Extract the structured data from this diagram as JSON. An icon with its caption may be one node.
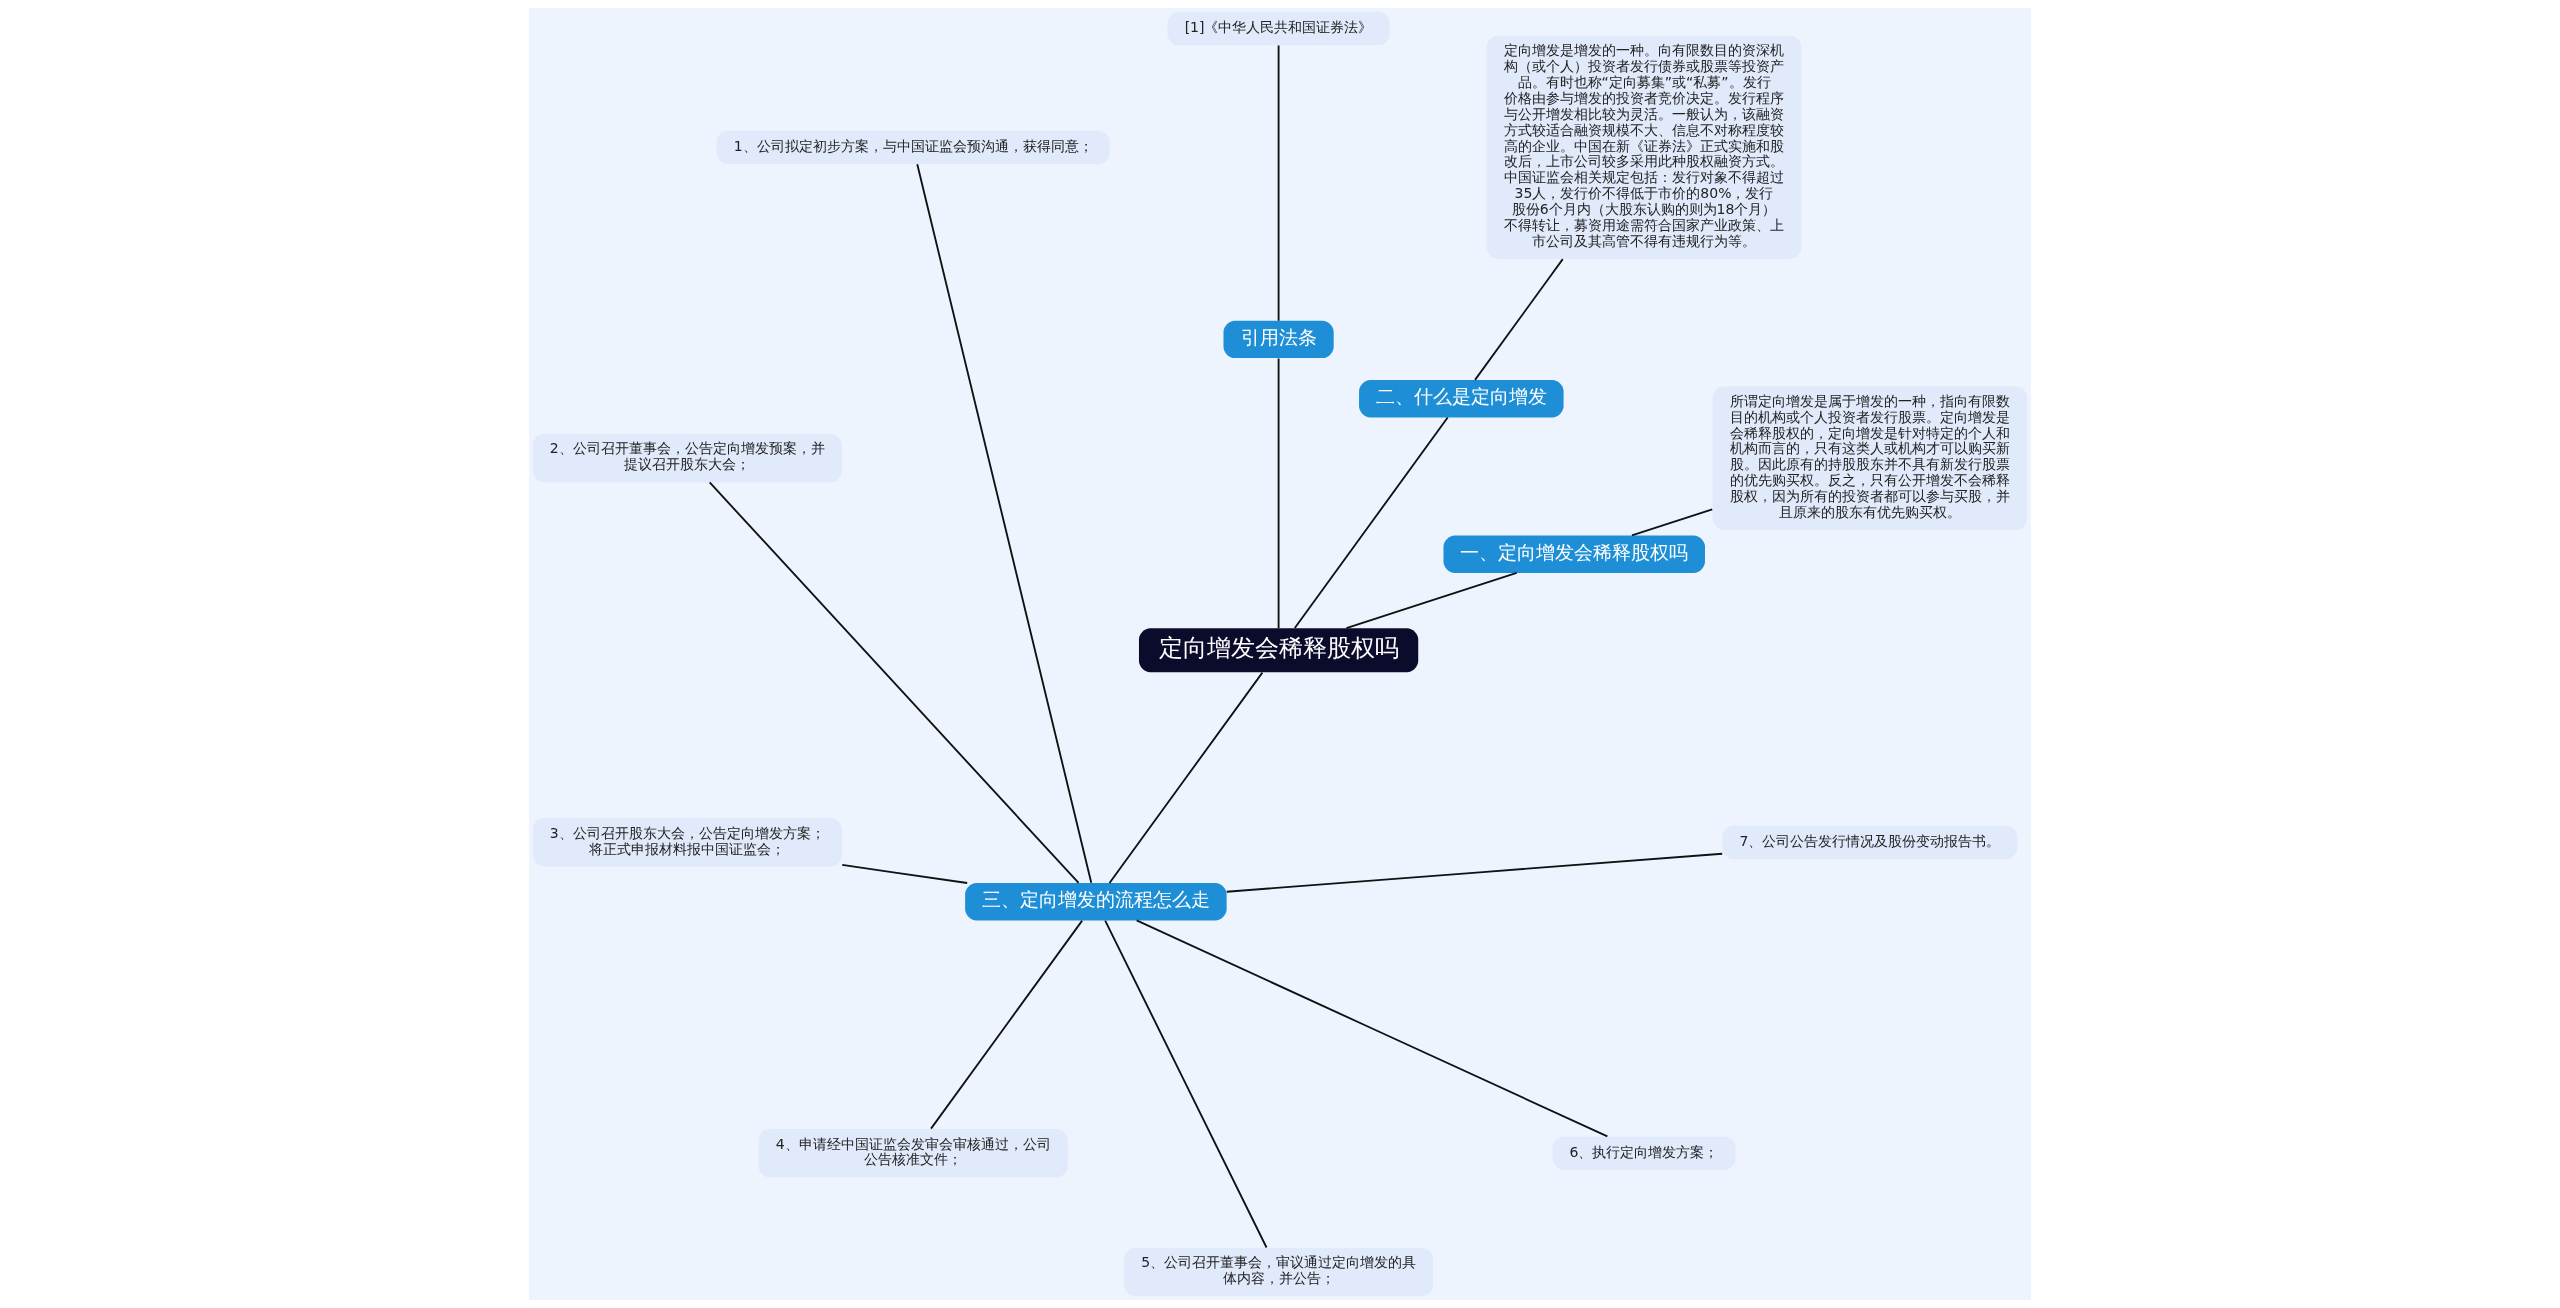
{
  "diagram": {
    "nodes": [
      {
        "text": [
          "定向增发会稀释股权吗"
        ]
      },
      {
        "text": [
          "一、定向增发会稀释股权吗"
        ]
      },
      {
        "text": [
          "所谓定向增发是属于增发的一种，指向有限数目的机构或个人投资者发行股票。定向增发是会稀释股权的，定向增发是针对特定的个人和机构而言的，只有这类人或机构才可以购买新股。因此原有的持股股东并不具有新发行股票的优先购买权。反之，只有公开增发不会稀释股权，因为所有的投资者都可以参与买股，并且原来的股东有优先购买权。"
        ]
      },
      {
        "text": [
          "二、什么是定向增发"
        ]
      },
      {
        "text": [
          "定向增发是增发的一种。向有限数目的资深机构（或个人）投资者发行债券或股票等投资产品。有时也称“定向募集”或“私募”。发行价格由参与增发的投资者竞价决定。发行程序与公开增发相比较为灵活。一般认为，该融资方式较适合融资规模不大、信息不对称程度较高的企业。中国在新《证券法》正式实施和股改后，上市公司较多采用此种股权融资方式。中国证监会相关规定包括：发行对象不得超过35人，发行价不得低于市价的80%，发行股份6个月内（大股东认购的则为18个月）不得转让，募资用途需符合国家产业政策、上市公司及其高管不得有违规行为等。"
        ]
      },
      {
        "text": [
          "引用法条"
        ]
      },
      {
        "text": [
          "[1]《中华人民共和国证券法》"
        ]
      },
      {
        "text": [
          "三、定向增发的流程怎么走"
        ]
      },
      {
        "text": [
          "1、公司拟定初步方案，与中国证监会预沟通，获得同意；"
        ]
      },
      {
        "text": [
          "2、公司召开董事会，公告定向增发预案，并提议召开股东大会；"
        ]
      },
      {
        "text": [
          "3、公司召开股东大会，公告定向增发方案；将正式申报材料报中国证监会；"
        ]
      },
      {
        "text": [
          "4、申请经中国证监会发审会审核通过，公司公告核准文件；"
        ]
      },
      {
        "text": [
          "5、公司召开董事会，审议通过定向增发的具体内容，并公告；"
        ]
      },
      {
        "text": [
          "6、执行定向增发方案；"
        ]
      },
      {
        "text": [
          "7、公司公告发行情况及股份变动报告书。"
        ]
      }
    ],
    "edges": [
      {
        "from": 0,
        "to": 1,
        "arrow": "none"
      },
      {
        "from": 1,
        "to": 2,
        "arrow": "none"
      },
      {
        "from": 0,
        "to": 3,
        "arrow": "none"
      },
      {
        "from": 3,
        "to": 4,
        "arrow": "none"
      },
      {
        "from": 0,
        "to": 5,
        "arrow": "none"
      },
      {
        "from": 5,
        "to": 6,
        "arrow": "none"
      },
      {
        "from": 0,
        "to": 7,
        "arrow": "none"
      },
      {
        "from": 7,
        "to": 8,
        "arrow": "none"
      },
      {
        "from": 7,
        "to": 9,
        "arrow": "none"
      },
      {
        "from": 7,
        "to": 10,
        "arrow": "none"
      },
      {
        "from": 7,
        "to": 11,
        "arrow": "none"
      },
      {
        "from": 7,
        "to": 12,
        "arrow": "none"
      },
      {
        "from": 7,
        "to": 13,
        "arrow": "none"
      },
      {
        "from": 7,
        "to": 14,
        "arrow": "none"
      }
    ]
  }
}
